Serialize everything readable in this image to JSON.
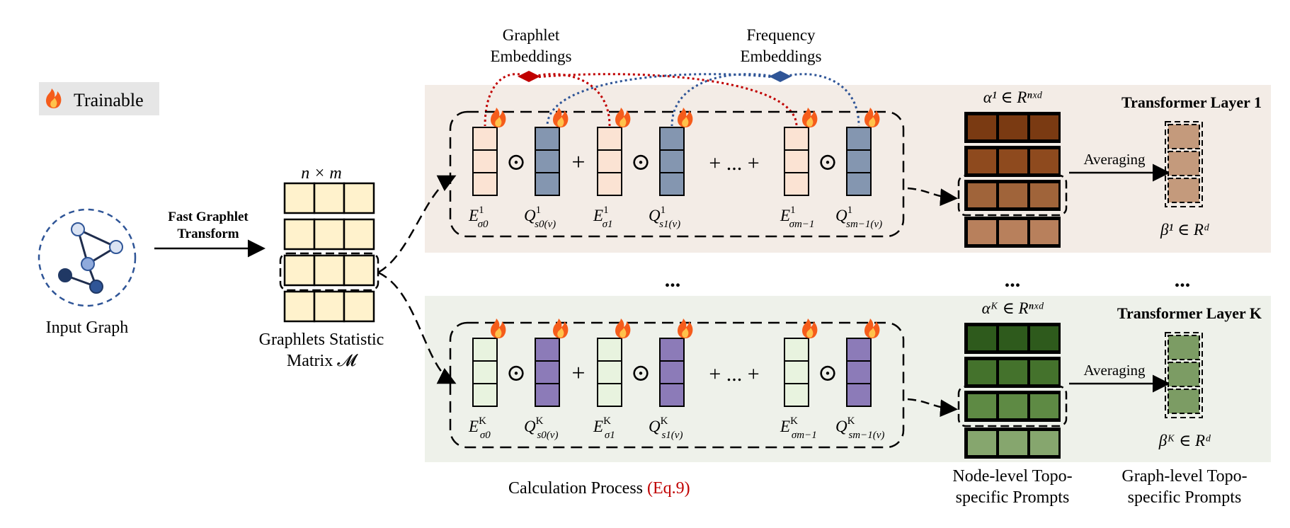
{
  "legend": {
    "icon": "fire-icon",
    "label": "Trainable"
  },
  "input_graph": {
    "label": "Input Graph"
  },
  "transform_arrow": {
    "line1": "Fast Graphlet",
    "line2": "Transform"
  },
  "matrix": {
    "dims_label": "n × m",
    "caption_line1": "Graphlets Statistic",
    "caption_line2": "Matrix 𝓜"
  },
  "top_embeddings": {
    "graphlet_line1": "Graphlet",
    "graphlet_line2": "Embeddings",
    "frequency_line1": "Frequency",
    "frequency_line2": "Embeddings"
  },
  "layer1": {
    "title": "Transformer Layer 1",
    "ops": [
      "⊙",
      "+",
      "⊙",
      "+ ... +",
      "⊙"
    ],
    "e_labels": [
      {
        "base": "E",
        "sup": "1",
        "sub": "σ0"
      },
      {
        "base": "E",
        "sup": "1",
        "sub": "σ1"
      },
      {
        "base": "E",
        "sup": "1",
        "sub": "σm−1"
      }
    ],
    "q_labels": [
      {
        "base": "Q",
        "sup": "1",
        "sub": "s0(v)"
      },
      {
        "base": "Q",
        "sup": "1",
        "sub": "s1(v)"
      },
      {
        "base": "Q",
        "sup": "1",
        "sub": "sm−1(v)"
      }
    ],
    "alpha_label": "α¹ ∈ Rⁿˣᵈ",
    "averaging_label": "Averaging",
    "beta_label": "β¹ ∈ Rᵈ",
    "alpha_colors": [
      "#7a3a12",
      "#8e4a1e",
      "#a0643a",
      "#b8805c"
    ],
    "beta_color": "#c49a7c"
  },
  "layerK": {
    "title": "Transformer Layer K",
    "ops": [
      "⊙",
      "+",
      "⊙",
      "+ ... +",
      "⊙"
    ],
    "e_labels": [
      {
        "base": "E",
        "sup": "K",
        "sub": "σ0"
      },
      {
        "base": "E",
        "sup": "K",
        "sub": "σ1"
      },
      {
        "base": "E",
        "sup": "K",
        "sub": "σm−1"
      }
    ],
    "q_labels": [
      {
        "base": "Q",
        "sup": "K",
        "sub": "s0(v)"
      },
      {
        "base": "Q",
        "sup": "K",
        "sub": "s1(v)"
      },
      {
        "base": "Q",
        "sup": "K",
        "sub": "sm−1(v)"
      }
    ],
    "alpha_label": "αᴷ ∈ Rⁿˣᵈ",
    "averaging_label": "Averaging",
    "beta_label": "βᴷ ∈ Rᵈ",
    "alpha_colors": [
      "#2e5a1c",
      "#44722c",
      "#5e8a44",
      "#86a66e"
    ],
    "beta_color": "#7c9c64"
  },
  "ellipsis": "...",
  "captions": {
    "calc_text": "Calculation Process",
    "calc_ref": "(Eq.9)",
    "node_line1": "Node-level Topo-",
    "node_line2": "specific Prompts",
    "graph_line1": "Graph-level Topo-",
    "graph_line2": "specific Prompts"
  },
  "colors": {
    "layer1_bg": "#f3ece6",
    "layerK_bg": "#eef1ea",
    "graphlet_embed": "#c00000",
    "frequency_embed": "#2f5597",
    "e_cell_top": "#fbe3d3",
    "e_cell_bottom": "#e8f3df",
    "q_cell_top": "#8496b0",
    "q_cell_bottom": "#8c7bb8",
    "matrix_cell": "#fff2cc",
    "graph_circle": "#2f5597",
    "eq_ref": "#c00000"
  }
}
